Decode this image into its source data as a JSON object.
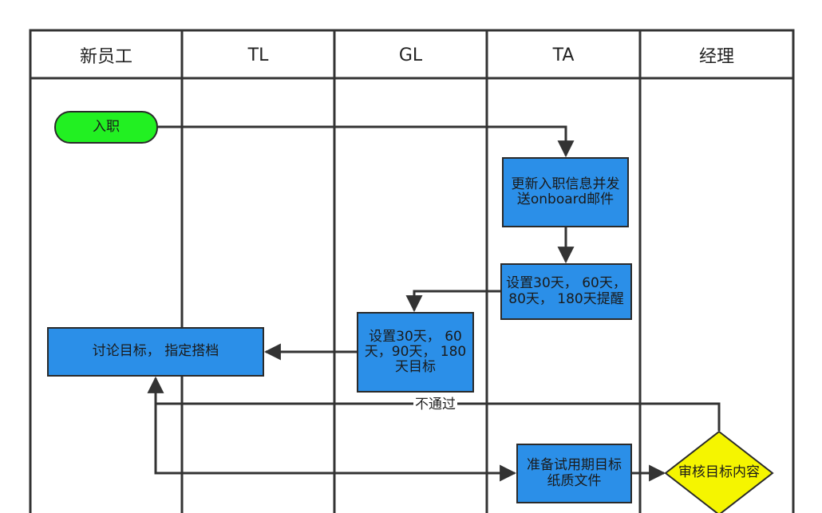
{
  "lanes": [
    "新员工",
    "TL",
    "GL",
    "TA",
    "经理"
  ],
  "nodes": {
    "start": "入职",
    "update_info": "更新入职信息并发送onboard邮件",
    "set_ta": "设置30天， 60天， 80天， 180天提醒",
    "set_gl": "设置30天， 60天，90天， 180天目标",
    "discuss": "讨论目标， 指定搭档",
    "prepare": "准备试用期目标纸质文件",
    "review": "审核目标内容"
  },
  "edges": {
    "reject_label": "不通过"
  },
  "colors": {
    "start_fill": "#22f022",
    "process_fill": "#2b8fe8",
    "decision_fill": "#f5f500",
    "line": "#333333"
  }
}
